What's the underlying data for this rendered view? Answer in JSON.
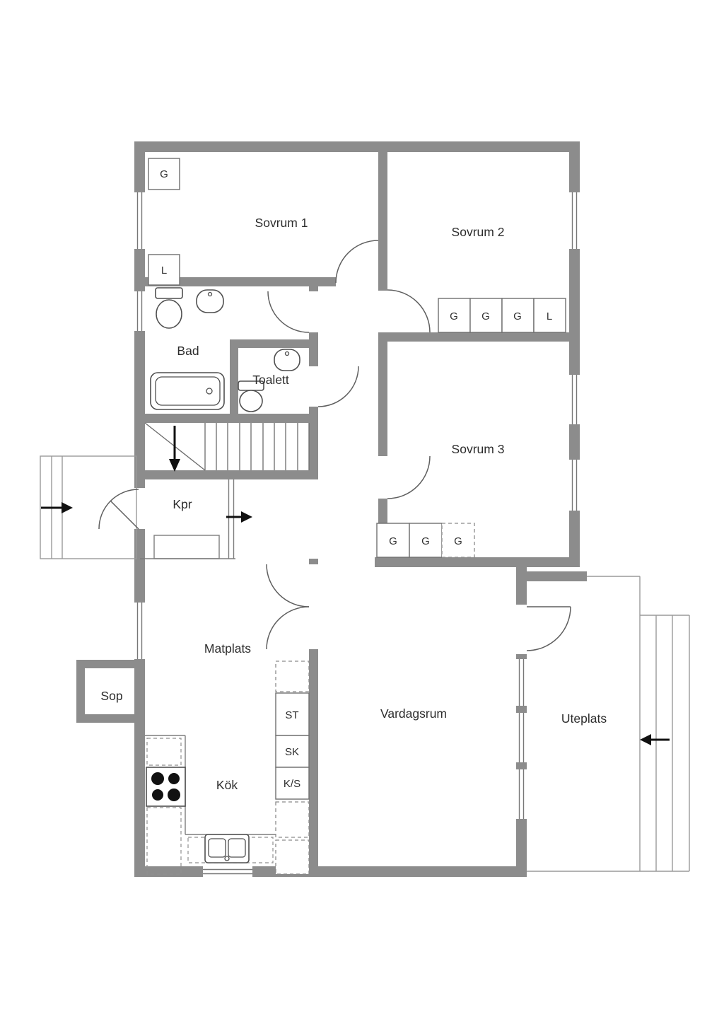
{
  "plan": {
    "rooms": {
      "sovrum1": "Sovrum 1",
      "sovrum2": "Sovrum 2",
      "sovrum3": "Sovrum 3",
      "bad": "Bad",
      "toalett": "Toalett",
      "kpr": "Kpr",
      "matplats": "Matplats",
      "sop": "Sop",
      "kok": "Kök",
      "vardagsrum": "Vardagsrum",
      "uteplats": "Uteplats"
    },
    "cabinets": {
      "st": "ST",
      "sk": "SK",
      "ks": "K/S"
    },
    "wardrobes": {
      "sovrum1": [
        "G",
        "L"
      ],
      "sovrum2": [
        "G",
        "G",
        "G",
        "L"
      ],
      "sovrum3": [
        "G",
        "G",
        "G"
      ]
    },
    "colors": {
      "wall": "#8C8C8C",
      "line": "#7d7d7d",
      "text": "#2d2d2d",
      "arrow": "#111111",
      "background": "#ffffff"
    }
  }
}
